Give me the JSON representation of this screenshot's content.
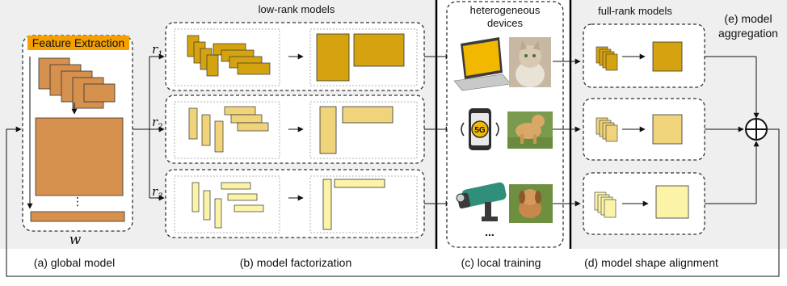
{
  "captions": {
    "global_model": "(a) global model",
    "model_factorization": "(b) model factorization",
    "local_training": "(c) local training",
    "model_shape_alignment": "(d) model shape alignment"
  },
  "panel_a": {
    "feature_extraction_label": "Feature Extraction",
    "weight_symbol": "w",
    "ellipsis": "⋮"
  },
  "panel_b": {
    "title": "low-rank models",
    "rank_labels": [
      "r",
      "r",
      "r"
    ],
    "rank_subscripts": [
      "1",
      "2",
      "3"
    ]
  },
  "panel_c": {
    "title_line1": "heterogeneous",
    "title_line2": "devices",
    "phone_badge": "5G",
    "ellipsis": "..."
  },
  "panel_d": {
    "title": "full-rank models"
  },
  "panel_e": {
    "title_line1": "(e) model",
    "title_line2": "aggregation"
  },
  "colors": {
    "feature_label_bg": "#f5a000",
    "global_model_fill": "#d6914f",
    "rank1_fill": "#d4a30f",
    "rank2_fill": "#f0d47c",
    "rank3_fill": "#fbf3a8",
    "panel_bg": "#efefef"
  }
}
